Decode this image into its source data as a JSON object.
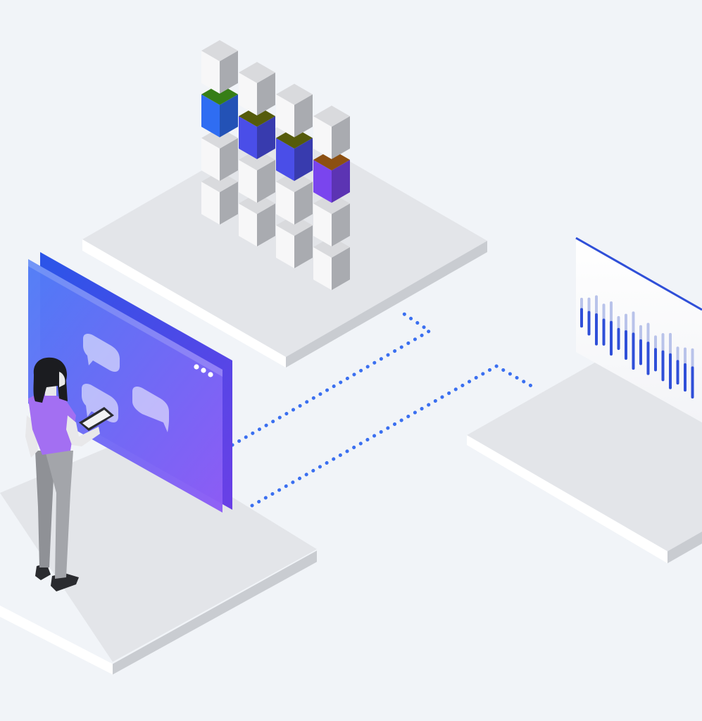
{
  "illustration": {
    "colors": {
      "background": "#f1f4f8",
      "platform_top": "#e3e5e9",
      "platform_left": "#ffffff",
      "platform_right": "#c9ccd1",
      "cube_top": "#d9dadd",
      "cube_left": "#f7f7f8",
      "cube_right": "#a9abb0",
      "accent_blue": "#2f6df2",
      "accent_indigo": "#4a4ee8",
      "accent_violet": "#7a45ee",
      "connector_dots": "#3a6ff0",
      "chart_bar_dark": "#2f4fd8",
      "chart_bar_light": "#b9c3ea",
      "person_top": "#a36ff2",
      "person_pants": "#9b9da2",
      "person_hair": "#1b1c20",
      "person_skin": "#e8e8ea"
    },
    "icons": [
      "chat-bubble-icon",
      "ellipsis-icon",
      "tablet-icon",
      "bar-chart-icon"
    ],
    "cube_grid": {
      "columns": 4,
      "rows": 4,
      "highlighted_row": 2
    },
    "chart_panel": {
      "bar_count": 16
    }
  }
}
